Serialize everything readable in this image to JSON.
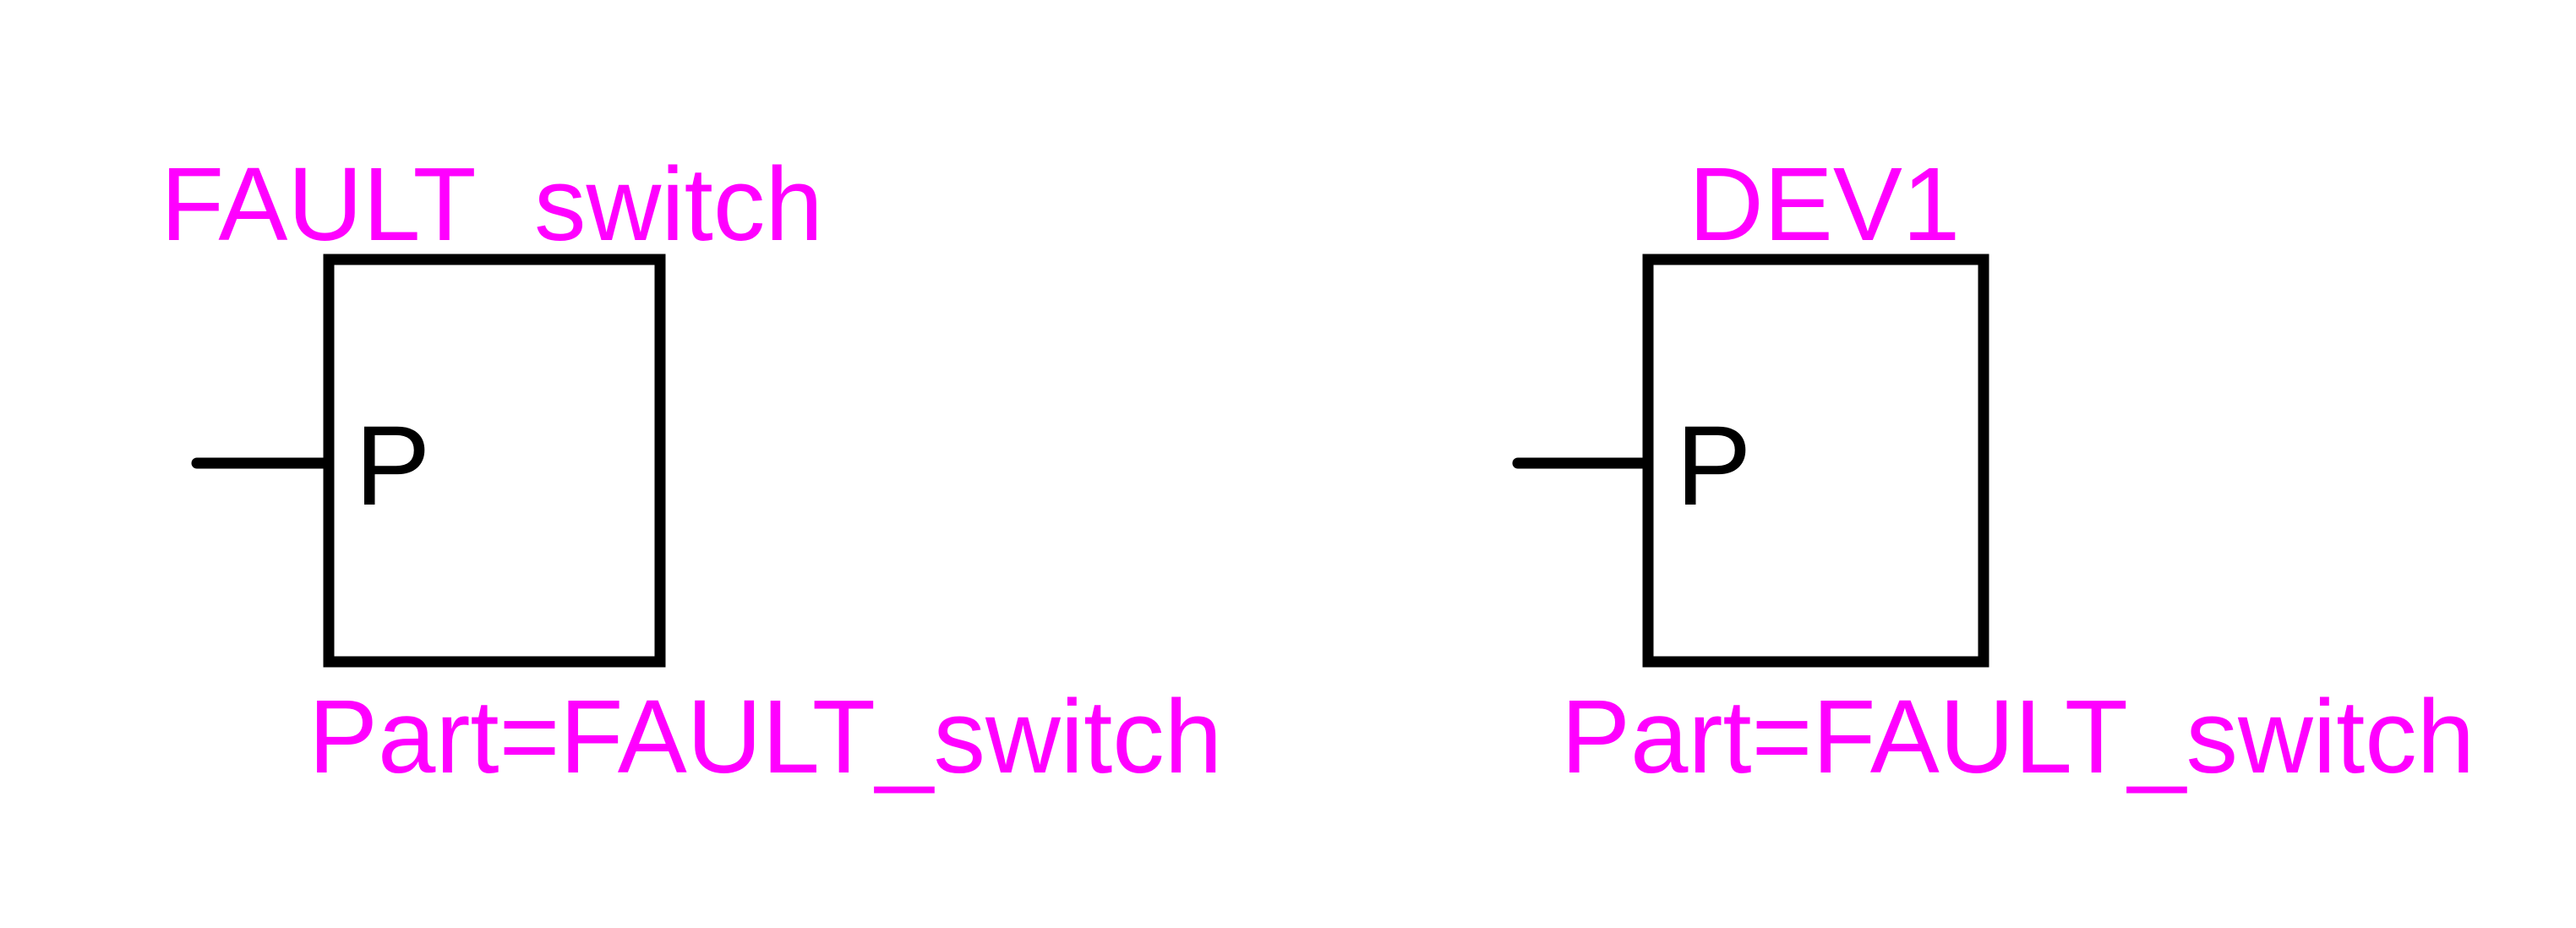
{
  "colors": {
    "label": "#ff00ff",
    "line": "#000000",
    "background": "#ffffff"
  },
  "components": [
    {
      "name": "FAULT_switch",
      "pin_label": "P",
      "part": "Part=FAULT_switch"
    },
    {
      "name": "DEV1",
      "pin_label": "P",
      "part": "Part=FAULT_switch"
    }
  ]
}
